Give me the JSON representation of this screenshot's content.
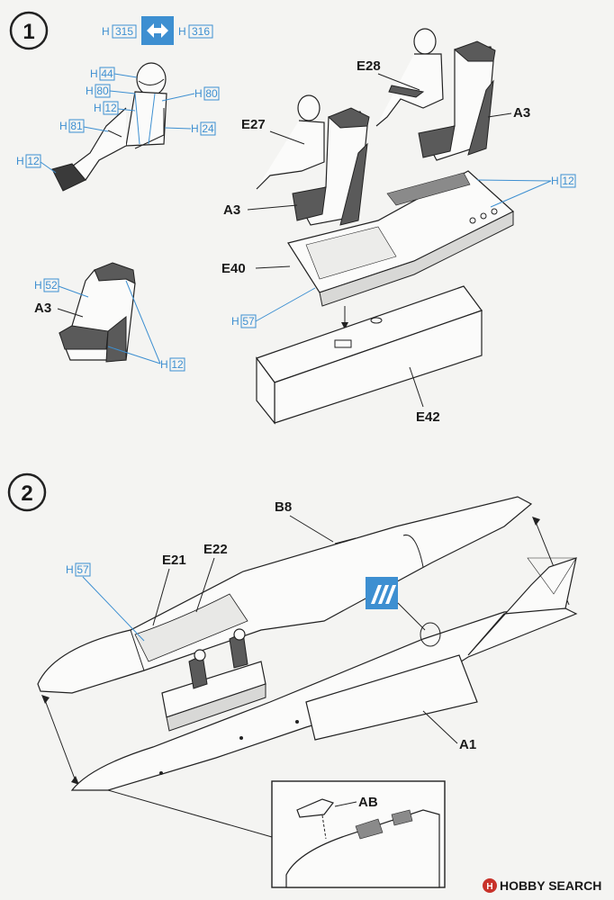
{
  "steps": [
    {
      "number": "1"
    },
    {
      "number": "2"
    }
  ],
  "step1": {
    "paint_codes": {
      "h315": "315",
      "h316": "316",
      "h44": "44",
      "h80_left": "80",
      "h80_right": "80",
      "h12_torso": "12",
      "h24": "24",
      "h81": "81",
      "h12_boots": "12",
      "h52": "52",
      "h12_seat": "12",
      "h12_tub": "12",
      "h57": "57"
    },
    "paint_prefix": "H",
    "parts": {
      "e28": "E28",
      "e27": "E27",
      "a3_top": "A3",
      "a3_mid": "A3",
      "a3_left": "A3",
      "e40": "E40",
      "e42": "E42"
    }
  },
  "step2": {
    "paint_codes": {
      "h57": "57"
    },
    "paint_prefix": "H",
    "parts": {
      "b8": "B8",
      "e21": "E21",
      "e22": "E22",
      "a1": "A1",
      "ab": "AB"
    }
  },
  "watermark": {
    "text": "HOBBY SEARCH",
    "logo_letter": "H"
  },
  "colors": {
    "paint_blue": "#3d8fd1",
    "ink": "#1a1a1a",
    "seat_gray": "#5a5a5a"
  }
}
